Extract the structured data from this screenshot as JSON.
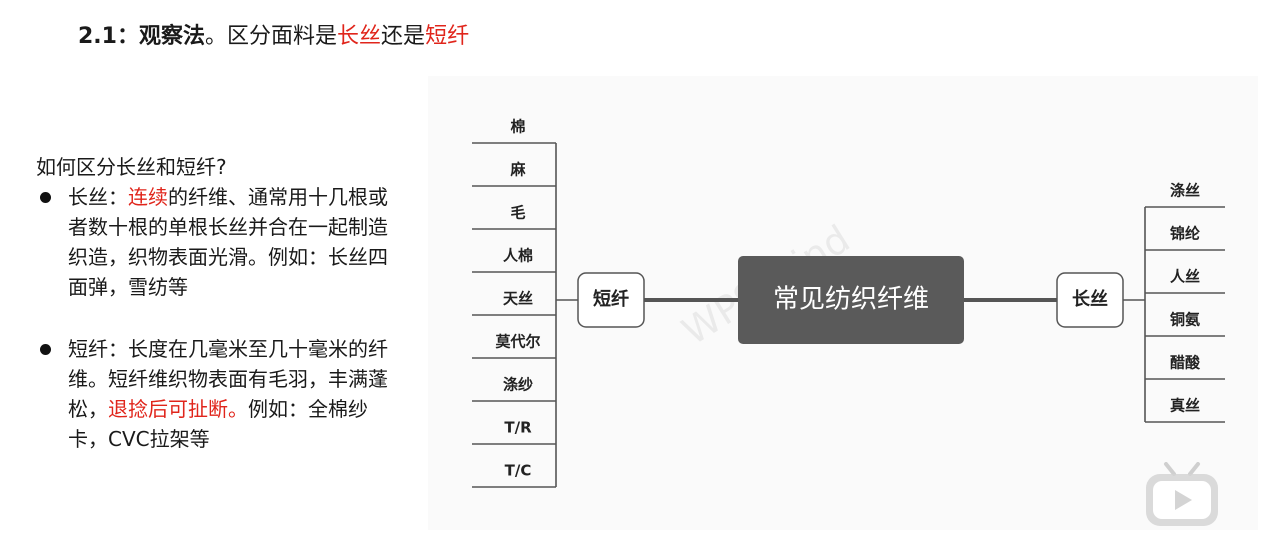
{
  "heading": {
    "number": "2.1：",
    "method": "观察法",
    "period": "。",
    "text_prefix": "区分面料是",
    "term_long": "长丝",
    "text_middle": "还是",
    "term_short": "短纤"
  },
  "explanation": {
    "question": "如何区分长丝和短纤?",
    "filament": {
      "label": "长丝：",
      "highlight": "连续",
      "text": "的纤维、通常用十几根或者数十根的单根长丝并合在一起制造织造，织物表面光滑。例如：长丝四面弹，雪纺等"
    },
    "staple": {
      "label": "短纤：",
      "text_before": "长度在几毫米至几十毫米的纤维。短纤维织物表面有毛羽，丰满蓬松，",
      "highlight": "退捻后可扯断。",
      "text_after": "例如：全棉纱卡，CVC拉架等"
    }
  },
  "mindmap": {
    "center": "常见纺织纤维",
    "left_branch": {
      "label": "短纤",
      "leaves": [
        "棉",
        "麻",
        "毛",
        "人棉",
        "天丝",
        "莫代尔",
        "涤纱",
        "T/R",
        "T/C"
      ]
    },
    "right_branch": {
      "label": "长丝",
      "leaves": [
        "涤丝",
        "锦纶",
        "人丝",
        "铜氨",
        "醋酸",
        "真丝"
      ]
    },
    "watermark": "WPS Mind",
    "colors": {
      "center_fill": "#5a5a5a",
      "line": "#555555",
      "node_border": "#555555"
    }
  },
  "player": {
    "play_icon": "play-icon",
    "color": "#cccccc"
  }
}
